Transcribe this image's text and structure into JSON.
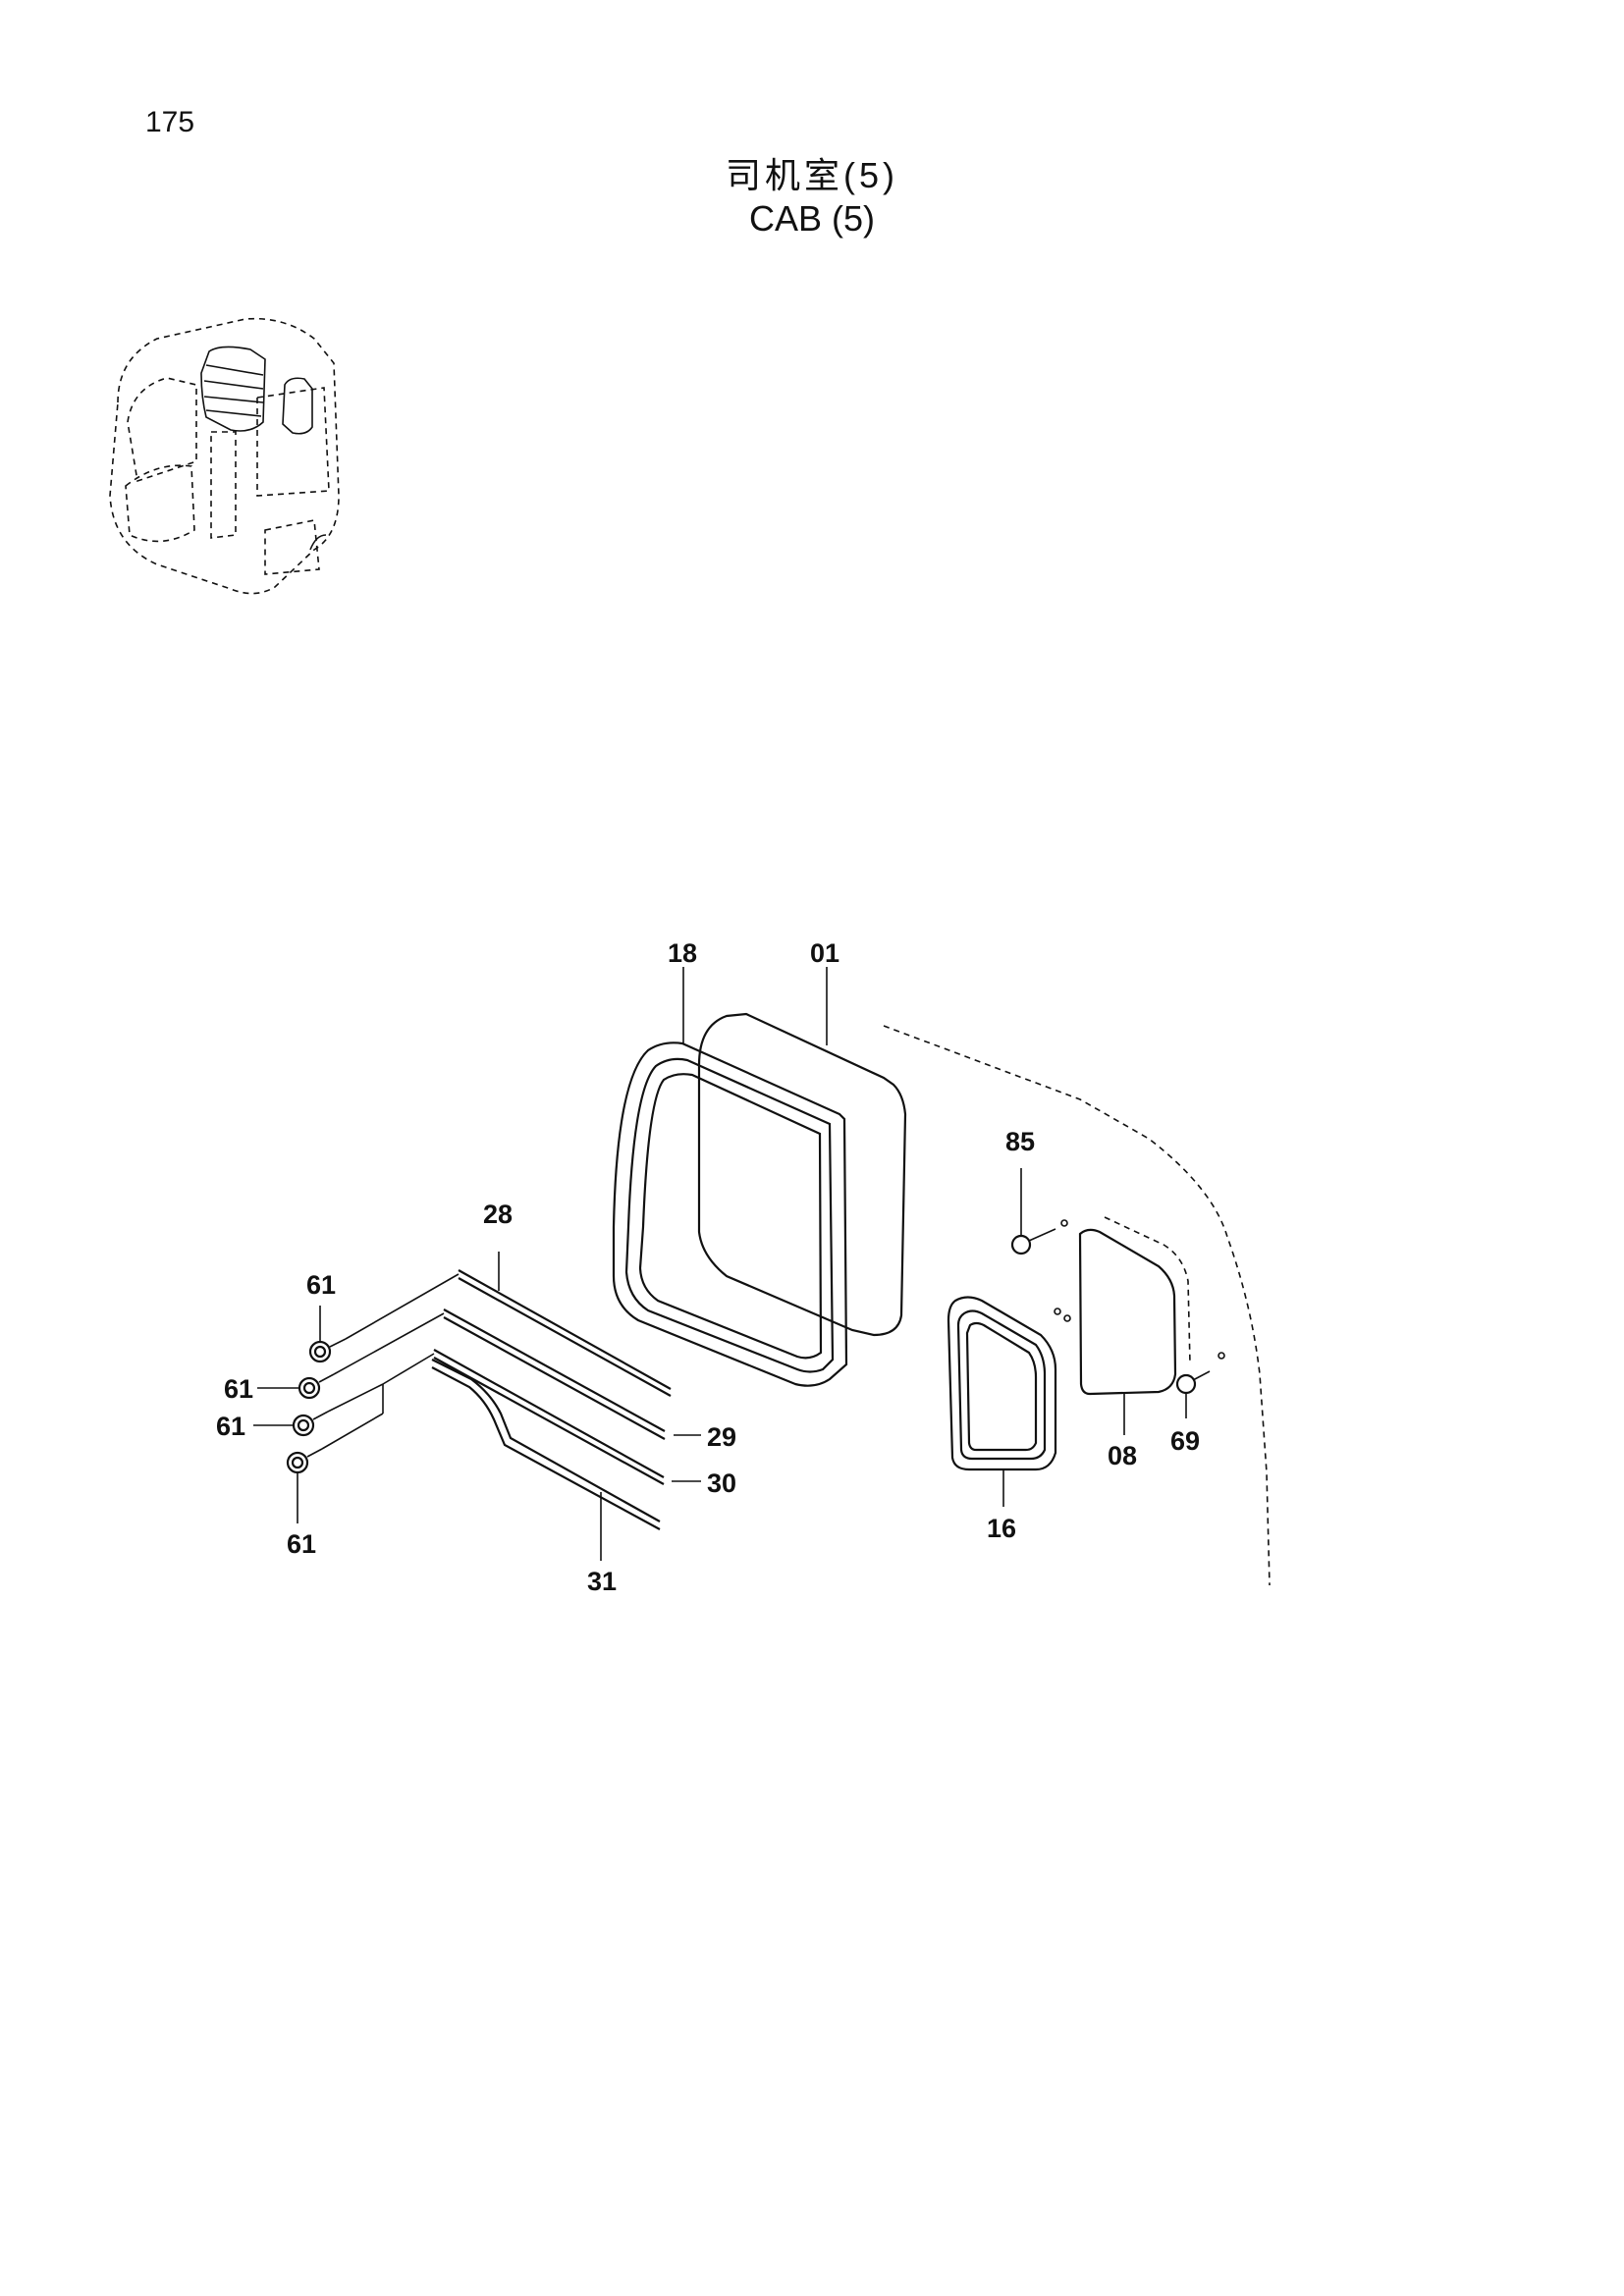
{
  "header": {
    "page_number": "175",
    "title_cn": "司机室(5)",
    "title_en": "CAB (5)"
  },
  "callouts": [
    {
      "id": "callout-18",
      "label": "18"
    },
    {
      "id": "callout-01",
      "label": "01"
    },
    {
      "id": "callout-85",
      "label": "85"
    },
    {
      "id": "callout-28",
      "label": "28"
    },
    {
      "id": "callout-61a",
      "label": "61"
    },
    {
      "id": "callout-61b",
      "label": "61"
    },
    {
      "id": "callout-61c",
      "label": "61"
    },
    {
      "id": "callout-61d",
      "label": "61"
    },
    {
      "id": "callout-29",
      "label": "29"
    },
    {
      "id": "callout-30",
      "label": "30"
    },
    {
      "id": "callout-31",
      "label": "31"
    },
    {
      "id": "callout-16",
      "label": "16"
    },
    {
      "id": "callout-08",
      "label": "08"
    },
    {
      "id": "callout-69",
      "label": "69"
    }
  ]
}
